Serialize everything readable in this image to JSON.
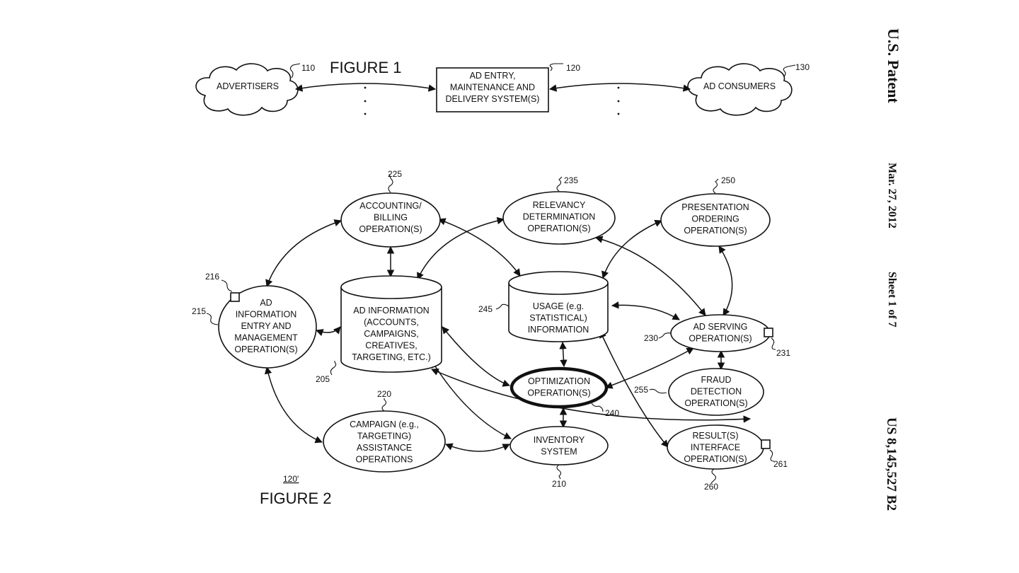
{
  "header": {
    "patent": "U.S. Patent",
    "date": "Mar. 27, 2012",
    "sheet": "Sheet 1 of 7",
    "number": "US 8,145,527 B2"
  },
  "figure1": {
    "title": "FIGURE 1",
    "advertisers": [
      "ADVERTISERS"
    ],
    "ad_system": [
      "AD ENTRY,",
      "MAINTENANCE AND",
      "DELIVERY SYSTEM(S)"
    ],
    "ad_consumers": [
      "AD CONSUMERS"
    ],
    "ref_advertisers": "110",
    "ref_system": "120",
    "ref_consumers": "130"
  },
  "figure2": {
    "title": "FIGURE 2",
    "ref_system": "120'",
    "nodes": {
      "accounting": {
        "lines": [
          "ACCOUNTING/",
          "BILLING",
          "OPERATION(S)"
        ],
        "ref": "225"
      },
      "relevancy": {
        "lines": [
          "RELEVANCY",
          "DETERMINATION",
          "OPERATION(S)"
        ],
        "ref": "235"
      },
      "presentation": {
        "lines": [
          "PRESENTATION",
          "ORDERING",
          "OPERATION(S)"
        ],
        "ref": "250"
      },
      "ad_info_entry": {
        "lines": [
          "AD",
          "INFORMATION",
          "ENTRY AND",
          "MANAGEMENT",
          "OPERATION(S)"
        ],
        "ref": "215",
        "ref_box": "216"
      },
      "ad_info_db": {
        "lines": [
          "AD INFORMATION",
          "(ACCOUNTS,",
          "CAMPAIGNS,",
          "CREATIVES,",
          "TARGETING, ETC.)"
        ],
        "ref": "205"
      },
      "usage_db": {
        "lines": [
          "USAGE (e.g.",
          "STATISTICAL)",
          "INFORMATION"
        ],
        "ref": "245"
      },
      "ad_serving": {
        "lines": [
          "AD SERVING",
          "OPERATION(S)"
        ],
        "ref": "230",
        "ref_box": "231"
      },
      "optimization": {
        "lines": [
          "OPTIMIZATION",
          "OPERATION(S)"
        ],
        "ref": "240"
      },
      "fraud": {
        "lines": [
          "FRAUD",
          "DETECTION",
          "OPERATION(S)"
        ],
        "ref": "255"
      },
      "campaign": {
        "lines": [
          "CAMPAIGN (e.g.,",
          "TARGETING)",
          "ASSISTANCE",
          "OPERATIONS"
        ],
        "ref": "220"
      },
      "inventory": {
        "lines": [
          "INVENTORY",
          "SYSTEM"
        ],
        "ref": "210"
      },
      "results": {
        "lines": [
          "RESULT(S)",
          "INTERFACE",
          "OPERATION(S)"
        ],
        "ref": "260",
        "ref_box": "261"
      }
    }
  }
}
